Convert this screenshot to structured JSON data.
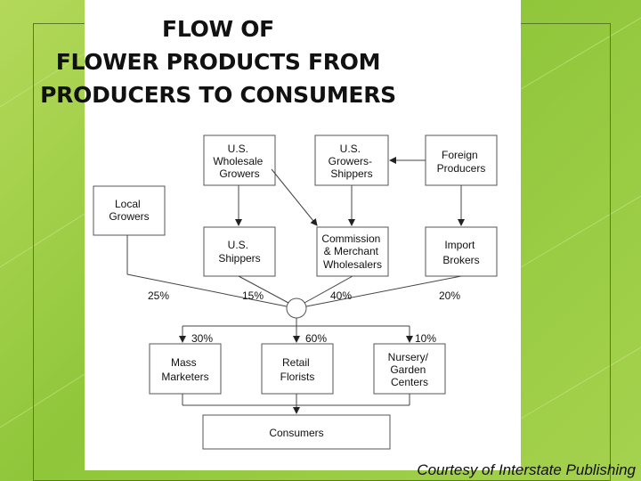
{
  "title_lines": [
    "FLOW OF",
    "FLOWER PRODUCTS FROM",
    "PRODUCERS TO CONSUMERS"
  ],
  "boxes": {
    "wholesale_growers": [
      "U.S.",
      "Wholesale",
      "Growers"
    ],
    "growers_shippers": [
      "U.S.",
      "Growers-",
      "Shippers"
    ],
    "foreign_producers": [
      "Foreign",
      "Producers"
    ],
    "local_growers": [
      "Local",
      "Growers"
    ],
    "us_shippers": [
      "U.S.",
      "Shippers"
    ],
    "commission": [
      "Commission",
      "& Merchant",
      "Wholesalers"
    ],
    "import_brokers": [
      "Import",
      "Brokers"
    ],
    "mass_marketers": [
      "Mass",
      "Marketers"
    ],
    "retail_florists": [
      "Retail",
      "Florists"
    ],
    "nursery": [
      "Nursery/",
      "Garden",
      "Centers"
    ],
    "consumers": [
      "Consumers"
    ]
  },
  "percentages": {
    "local": "25%",
    "shippers": "15%",
    "commission": "40%",
    "import": "20%",
    "mass": "30%",
    "retail": "60%",
    "nursery": "10%"
  },
  "credit": "Courtesy of Interstate Publishing"
}
